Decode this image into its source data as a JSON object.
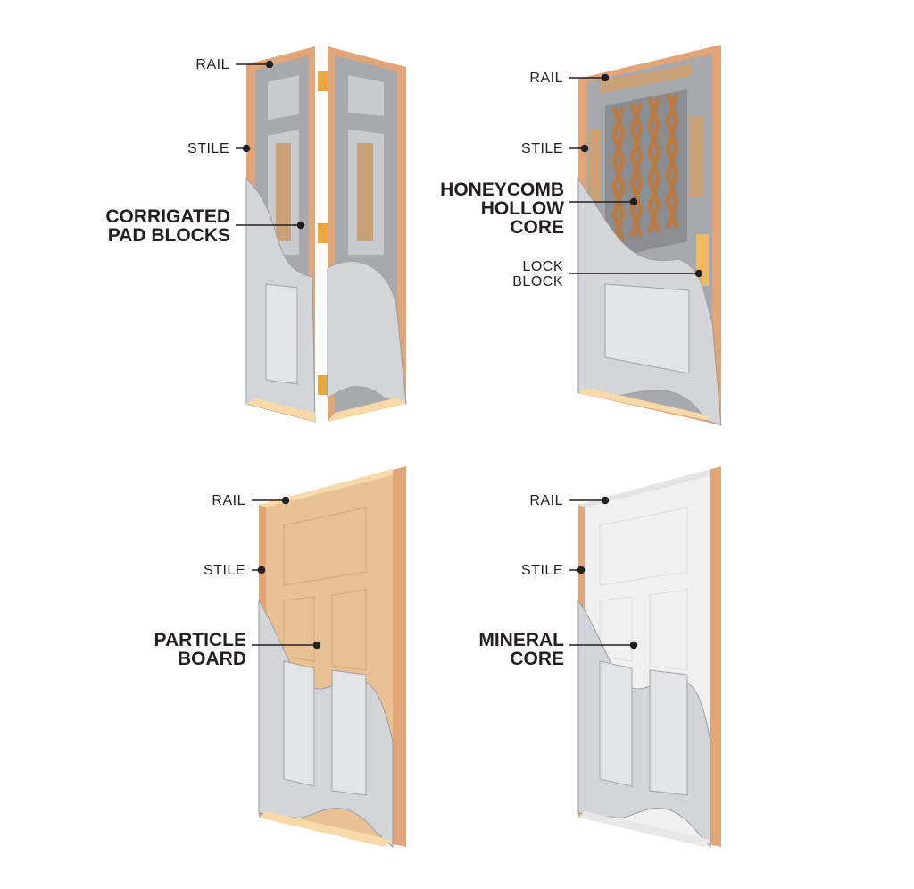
{
  "doors": [
    {
      "name": "bifold",
      "labels": {
        "rail": "RAIL",
        "stile": "STILE",
        "core_line1": "CORRIGATED",
        "core_line2": "PAD BLOCKS"
      }
    },
    {
      "name": "hollow",
      "labels": {
        "rail": "RAIL",
        "stile": "STILE",
        "core_line1": "HONEYCOMB",
        "core_line2": "HOLLOW",
        "core_line3": "CORE",
        "lock_line1": "LOCK",
        "lock_line2": "BLOCK"
      }
    },
    {
      "name": "particle",
      "labels": {
        "rail": "RAIL",
        "stile": "STILE",
        "core_line1": "PARTICLE",
        "core_line2": "BOARD"
      }
    },
    {
      "name": "mineral",
      "labels": {
        "rail": "RAIL",
        "stile": "STILE",
        "core_line1": "MINERAL",
        "core_line2": "CORE"
      }
    }
  ],
  "colors": {
    "wood": "#e2a578",
    "wood_light": "#f8d9a8",
    "skin": "#d3d5d8",
    "core_gray": "#a6a9ad",
    "particle": "#e8c294",
    "mineral": "#f0f0f0",
    "label": "#231f20"
  }
}
